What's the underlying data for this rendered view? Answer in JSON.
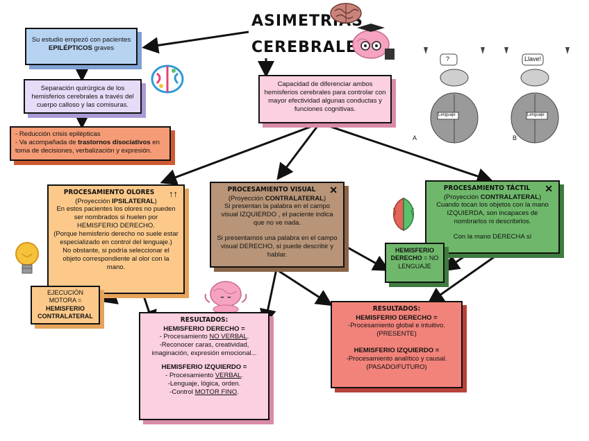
{
  "title": {
    "line1": "ASIMETRIAS",
    "line2": "CEREBRALES"
  },
  "study": {
    "pre": "Su estudio empezó con pacientes ",
    "bold": "EPILÉPTICOS",
    "post": " graves"
  },
  "separation": {
    "text": "Separación quirúrgica de los hemisferios cerebrales a través del cuerpo calloso y las comisuras."
  },
  "effects": {
    "line1": "- Reducción crisis epilépticas",
    "line2_pre": "- Va acompañada de ",
    "line2_bold": "trastornos disociativos",
    "line2_post": " en toma de decisiones, verbalización y expresión."
  },
  "capacity": {
    "text": "Capacidad de diferenciar ambos hemisferios cerebrales para controlar con mayor efectividad algunas conductas y funciones cognitivas."
  },
  "olores": {
    "heading": "PROCESAMIENTO OLORES",
    "arrows_glyph": "↑↑",
    "proj_pre": "(Proyección ",
    "proj_bold": "IPSILATERAL",
    "proj_post": ")",
    "p1": "En estos pacientes los olores no pueden ser nombrados si huelen por HEMISFERIO DERECHO.",
    "p2": "(Porque hemisferio derecho no suele estar especializado  en control del lenguaje.)",
    "p3": "No obstante, si podría seleccionar el objeto correspondiente al olor con la mano."
  },
  "ejecucion": {
    "line1": "EJECUCIÓN",
    "line2": "MOTORA =",
    "bold": "HEMISFERIO CONTRALATERAL"
  },
  "visual": {
    "heading": "PROCESAMIENTO VISUAL",
    "cross_glyph": "✕",
    "proj_pre": "(Proyección ",
    "proj_bold": "CONTRALATERAL",
    "proj_post": ")",
    "p1": "Si presentan la palabra en el campo visual IZQUIERDO , el paciente indica que no ve nada.",
    "p2": "Si presentamos una palabra en el campo visual DERECHO, sí puede describir y hablar."
  },
  "tactil": {
    "heading": "PROCESAMIENTO TÁCTIL",
    "cross_glyph": "✕",
    "proj_pre": "(Proyección ",
    "proj_bold": "CONTRALATERAL",
    "proj_post": ")",
    "p1": "Cuando tocan los objetos con la mano IZQUIERDA, son incapaces de nombrarlos ni describirlos.",
    "p2": "Con la mano DERECHA sí"
  },
  "hemisferio_derecho_box": {
    "bold": "HEMISFERIO DERECHO",
    "rest": " = NO LENGUAJE"
  },
  "resultados_left": {
    "heading": "RESULTADOS:",
    "der_title": "HEMISFERIO DERECHO =",
    "der_l1_pre": "- Procesamiento ",
    "der_l1_u": "NO VERBAL",
    "der_l1_post": ".",
    "der_l2": "-Reconocer caras, creatividad, imaginación, expresión emocional...",
    "izq_title": "HEMISFERIO IZQUIERDO =",
    "izq_l1_pre": "- Procesamiento ",
    "izq_l1_u": "VERBAL",
    "izq_l1_post": ".",
    "izq_l2": "-Lenguaje, lógica, orden.",
    "izq_l3_pre": "-Control ",
    "izq_l3_u": "MOTOR FINO",
    "izq_l3_post": "."
  },
  "resultados_right": {
    "heading": "RESULTADOS:",
    "der_title": "HEMISFERIO DERECHO =",
    "der_l1": "-Procesamiento global e intuitivo.",
    "der_l2": "(PRESENTE)",
    "izq_title": "HEMISFERIO IZQUIERDO =",
    "izq_l1": "-Procesamiento analítico y causal.",
    "izq_l2": "(PASADO/FUTURO)"
  },
  "figure": {
    "label_a": "A",
    "label_b": "B",
    "bubble_a": "?",
    "bubble_b": "Llave!",
    "screen_a": "Lenguaje",
    "screen_b": "Lenguaje"
  },
  "colors": {
    "blue": "#b7d3f2",
    "purple": "#e7dcf8",
    "orange": "#f59c76",
    "pink": "#fbd0e0",
    "peach": "#fcc98a",
    "brown": "#b89578",
    "green": "#6fb86b",
    "red": "#f2837a"
  }
}
